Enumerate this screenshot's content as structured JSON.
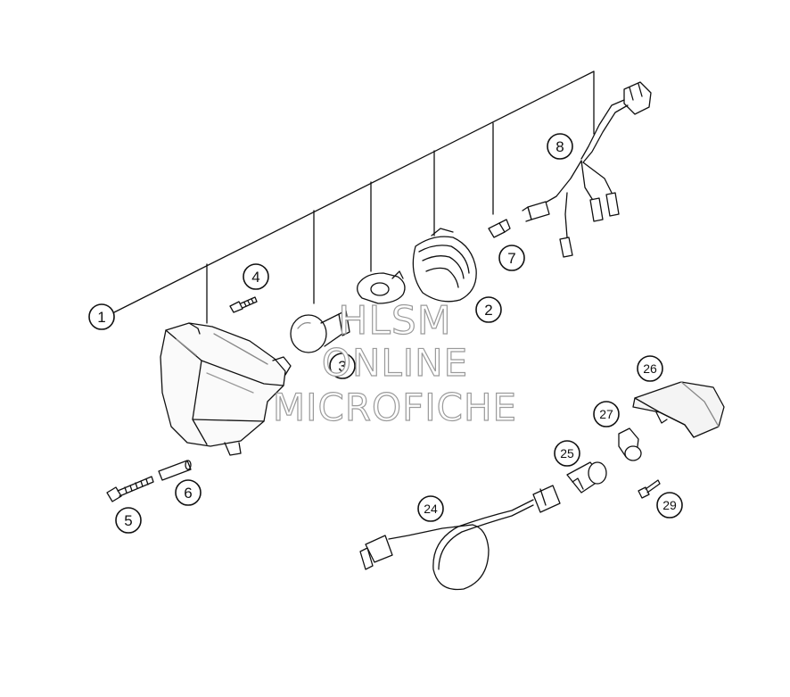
{
  "callouts": [
    {
      "id": "1",
      "label": "1"
    },
    {
      "id": "2",
      "label": "2"
    },
    {
      "id": "3",
      "label": "3"
    },
    {
      "id": "4",
      "label": "4"
    },
    {
      "id": "5",
      "label": "5"
    },
    {
      "id": "6",
      "label": "6"
    },
    {
      "id": "7",
      "label": "7"
    },
    {
      "id": "8",
      "label": "8"
    },
    {
      "id": "24",
      "label": "24"
    },
    {
      "id": "25",
      "label": "25"
    },
    {
      "id": "26",
      "label": "26"
    },
    {
      "id": "27",
      "label": "27"
    },
    {
      "id": "29",
      "label": "29"
    }
  ],
  "watermark": {
    "line1": "HLSM",
    "line2": "ONLINE",
    "line3": "MICROFICHE"
  },
  "colors": {
    "line": "#111111",
    "shade": "#d9d9d9",
    "watermark_outline": "#9a9a9a"
  }
}
